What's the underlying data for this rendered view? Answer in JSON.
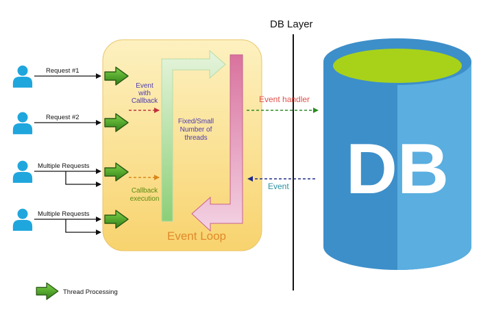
{
  "db_layer": {
    "title": "DB Layer"
  },
  "users": [
    {
      "label": "Request #1"
    },
    {
      "label": "Request #2"
    },
    {
      "label": "Multiple Requests"
    },
    {
      "label": "Multiple Requests"
    }
  ],
  "event_loop": {
    "title": "Event Loop",
    "event_with_callback": [
      "Event",
      "with",
      "Callback"
    ],
    "threads": [
      "Fixed/Small",
      "Number of",
      "threads"
    ],
    "callback_execution": [
      "Callback",
      "execution"
    ]
  },
  "connections": {
    "event_handler": "Event handler",
    "event": "Event"
  },
  "database": {
    "label": "DB"
  },
  "legend": {
    "label": "Thread Processing"
  },
  "colors": {
    "loop_bg": "#fbe29a",
    "db_blue": "#3d8fc9",
    "db_green": "#a8d21a",
    "user_blue": "#1fa6dd",
    "thread_green": "#3e9b22",
    "event_handler_red": "#e0504a",
    "event_teal": "#2a8fa0",
    "purple_text": "#4a3ab0",
    "olive_text": "#5a8a10",
    "orange_title": "#e08a2a"
  }
}
